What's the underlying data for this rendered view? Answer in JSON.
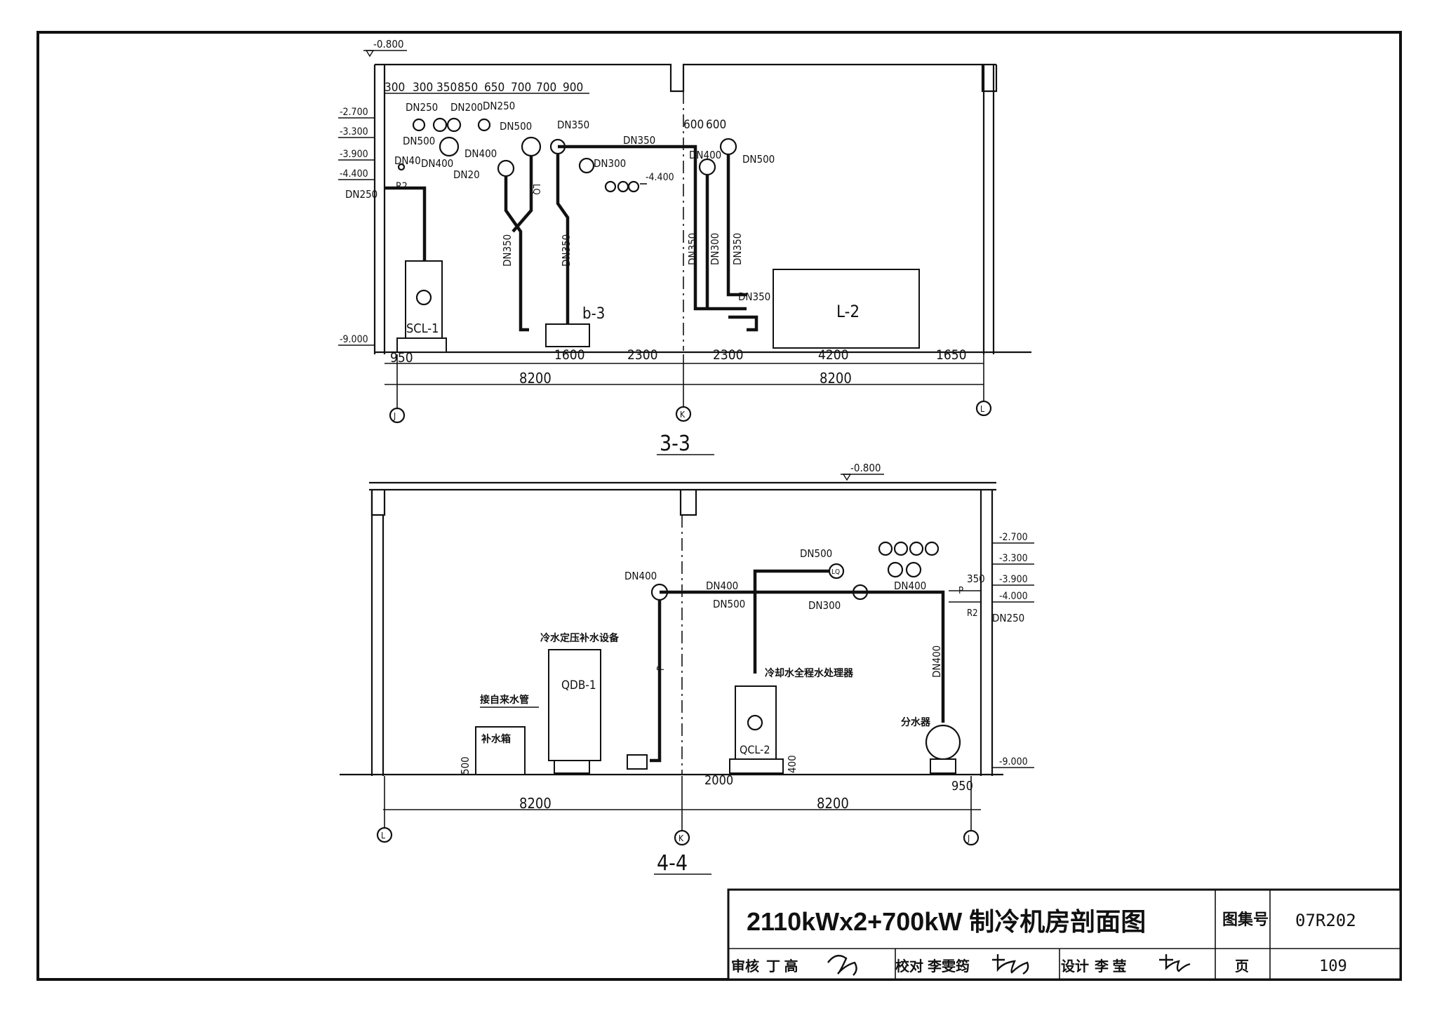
{
  "sheet": {
    "title_text": "2110kWx2+700kW 制冷机房剖面图",
    "atlas_label": "图集号",
    "atlas_no": "07R202",
    "page_label": "页",
    "page_no": "109",
    "review_label": "审核",
    "reviewer": "丁 高",
    "check_label": "校对",
    "checker": "李雯筠",
    "design_label": "设计",
    "designer": "李 莹"
  },
  "section_33": {
    "caption": "3-3",
    "elev_top": "-0.800",
    "elev_left": [
      "-2.700",
      "-3.300",
      "-3.900",
      "-4.400",
      "-9.000"
    ],
    "elev_mid": "-4.400",
    "top_dims": [
      "300",
      "300",
      "350",
      "850",
      "650",
      "700",
      "700",
      "900"
    ],
    "mid_dims": [
      "600",
      "600"
    ],
    "pipe_labels": {
      "dn250_a": "DN250",
      "dn200": "DN200",
      "dn250_b": "DN250",
      "dn500_a": "DN500",
      "dn350_a": "DN350",
      "dn500_b": "DN500",
      "dn400_a": "DN400",
      "dn400_b": "DN400",
      "dn40": "DN40",
      "dn20": "DN20",
      "r2": "R2",
      "dn250_c": "DN250",
      "dn350_b": "DN350",
      "dn300": "DN300",
      "dn400_c": "DN400",
      "dn500_c": "DN500",
      "lq": "LQ",
      "v_dn350_a": "DN350",
      "v_dn350_b": "DN350",
      "v_dn350_c": "DN350",
      "v_dn300": "DN300",
      "v_dn350_d": "DN350",
      "dn350_c": "DN350"
    },
    "equipment": {
      "scl1": "SCL-1",
      "b3": "b-3",
      "l2": "L-2"
    },
    "bottom_dims": [
      "950",
      "1600",
      "2300",
      "2300",
      "4200",
      "1650"
    ],
    "span_dims": [
      "8200",
      "8200"
    ],
    "axes": [
      "J",
      "K",
      "L"
    ]
  },
  "section_44": {
    "caption": "4-4",
    "elev_top": "-0.800",
    "elev_right": [
      "-2.700",
      "-3.300",
      "-3.900",
      "-4.000",
      "-9.000"
    ],
    "dim_350": "350",
    "pipe_labels": {
      "dn400_a": "DN400",
      "dn400_b": "DN400",
      "dn500_a": "DN500",
      "dn500_b": "DN500",
      "lq": "LQ",
      "dn300": "DN300",
      "dn400_c": "DN400",
      "dn400_v": "DN400",
      "p_left": "P",
      "p_right": "P",
      "r2": "R2",
      "dn250": "DN250"
    },
    "notes": {
      "pressure_device": "冷水定压补水设备",
      "city_water": "接自来水管",
      "makeup_tank": "补水箱",
      "water_treatment": "冷却水全程水处理器",
      "distributor": "分水器"
    },
    "equipment": {
      "qdb1": "QDB-1",
      "qcl2": "QCL-2"
    },
    "bottom_dims": [
      "500",
      "2000",
      "400",
      "950"
    ],
    "span_dims": [
      "8200",
      "8200"
    ],
    "axes": [
      "L",
      "K",
      "J"
    ]
  }
}
